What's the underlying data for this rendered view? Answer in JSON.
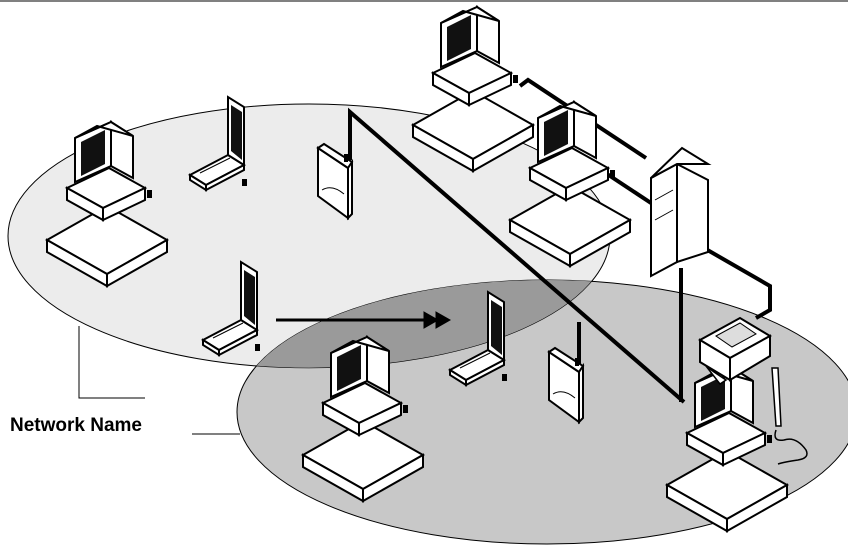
{
  "diagram": {
    "label": "Network Name",
    "colors": {
      "cell_left": "#ececec",
      "cell_right": "#c8c8c8",
      "overlap": "#9a9a9a",
      "outline": "#000000",
      "screen": "#111111"
    },
    "nodes": [
      {
        "id": "desktop-top",
        "type": "desktop"
      },
      {
        "id": "desktop-mid-right",
        "type": "desktop"
      },
      {
        "id": "desktop-left",
        "type": "desktop"
      },
      {
        "id": "desktop-bottom-left",
        "type": "desktop"
      },
      {
        "id": "desktop-bottom-right",
        "type": "desktop"
      },
      {
        "id": "laptop-top-left",
        "type": "laptop"
      },
      {
        "id": "laptop-left",
        "type": "laptop"
      },
      {
        "id": "laptop-center",
        "type": "laptop"
      },
      {
        "id": "access-point-left",
        "type": "access-point"
      },
      {
        "id": "access-point-right",
        "type": "access-point"
      },
      {
        "id": "server",
        "type": "server"
      },
      {
        "id": "printer",
        "type": "printer"
      },
      {
        "id": "pen",
        "type": "stylus"
      }
    ],
    "roaming_arrow": {
      "from": "laptop-left",
      "to": "laptop-center"
    }
  }
}
